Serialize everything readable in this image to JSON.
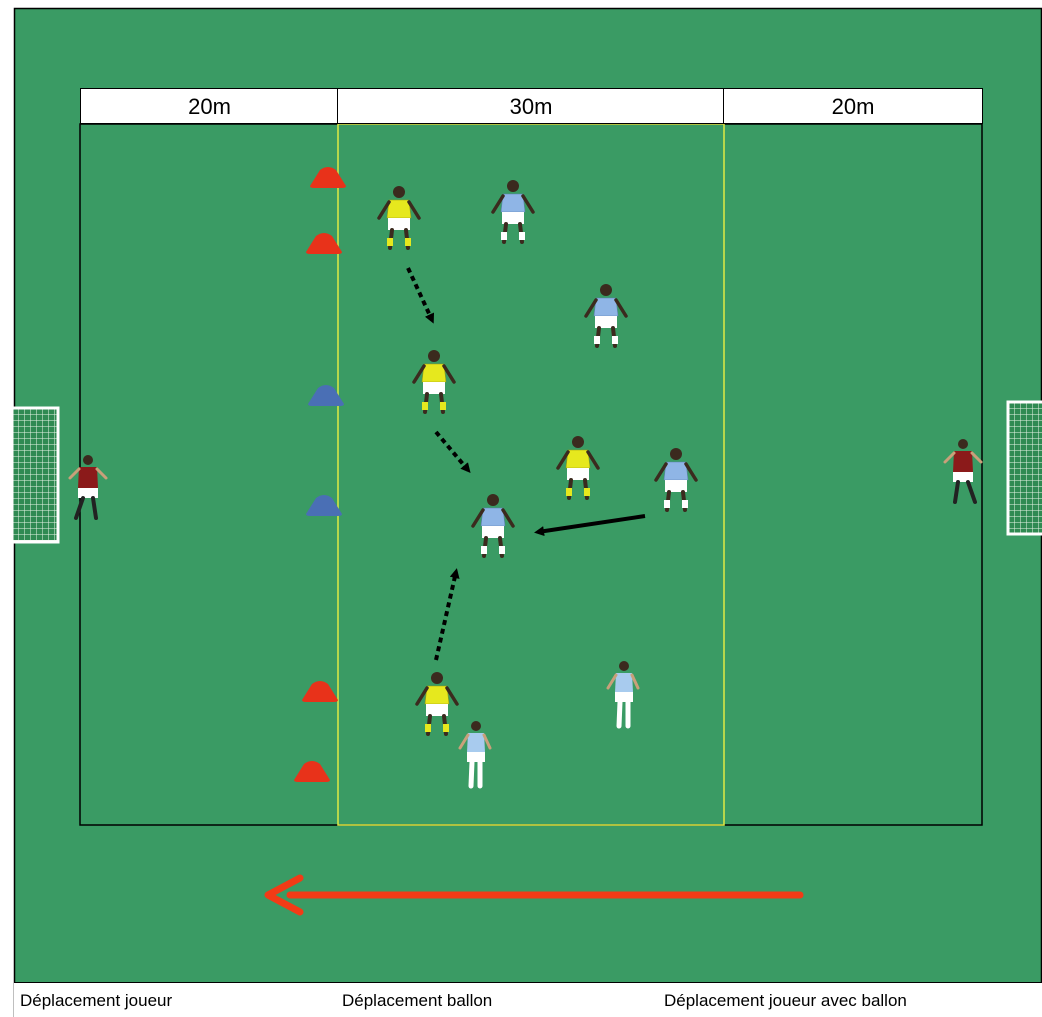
{
  "zones": {
    "left_length": "20m",
    "center_length": "30m",
    "right_length": "20m"
  },
  "legend": {
    "player_movement": "Déplacement joueur",
    "ball_movement": "Déplacement ballon",
    "player_with_ball": "Déplacement joueur avec ballon"
  },
  "colors": {
    "pitch": "#3a9b64",
    "yellow_team": "#e6e81e",
    "blue_team": "#8fb5e6",
    "goalkeeper": "#8b1a1a",
    "red_cone": "#e8321a",
    "blue_cone": "#4a6fb5",
    "direction_arrow": "#f23b16"
  },
  "icons": [
    "player-yellow-icon",
    "player-blue-icon",
    "goalkeeper-icon",
    "cone-red-icon",
    "cone-blue-icon",
    "goal-icon"
  ]
}
